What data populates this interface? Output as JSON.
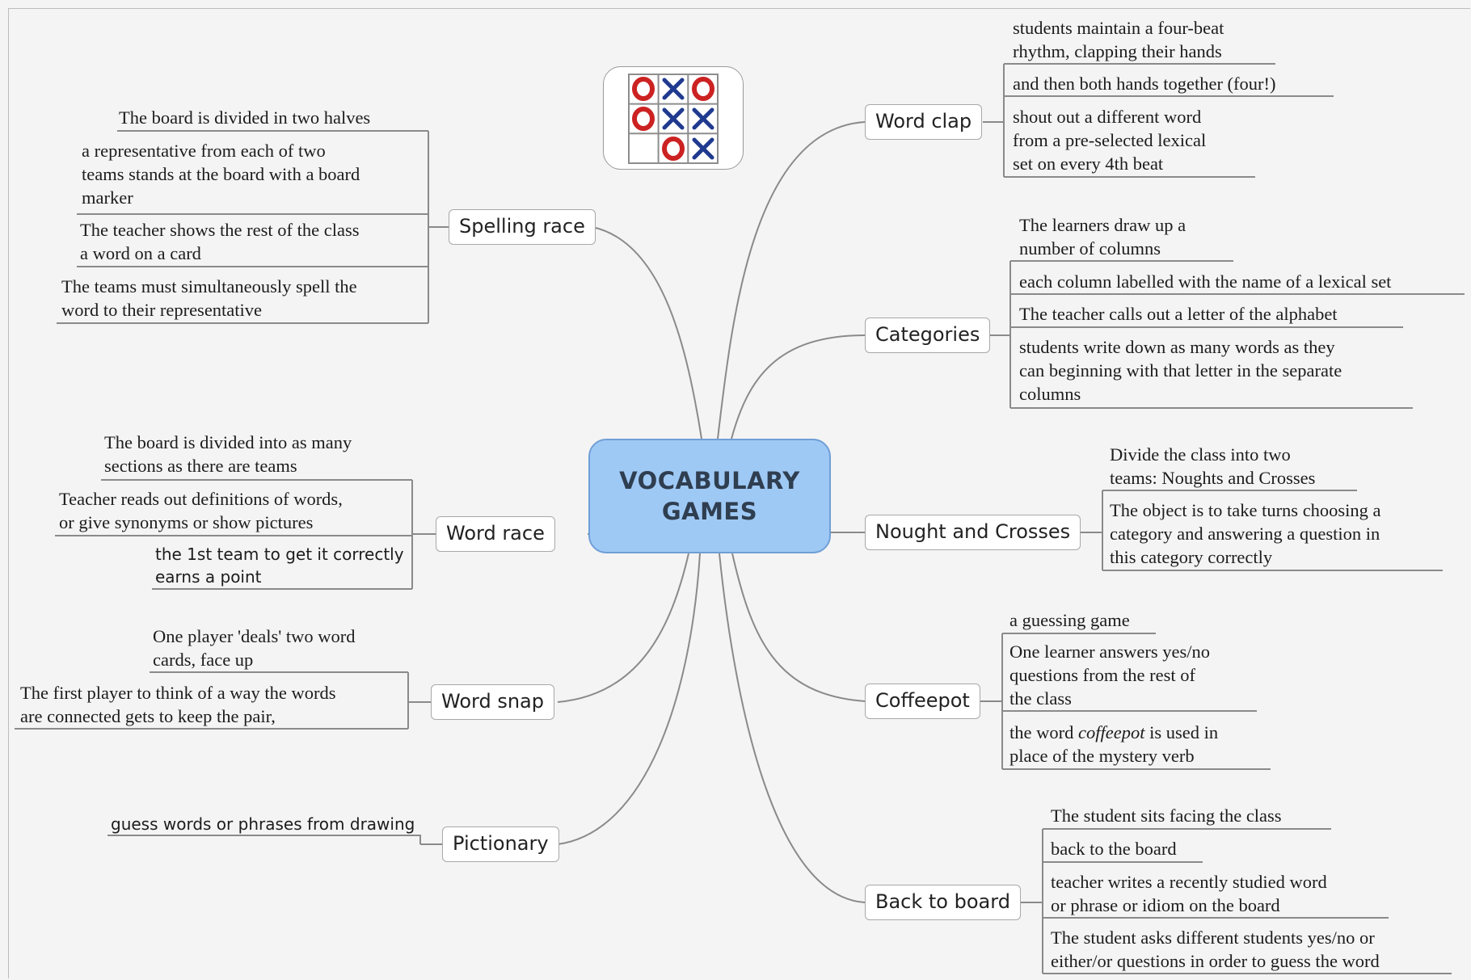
{
  "center": {
    "line1": "VOCABULARY",
    "line2": "GAMES"
  },
  "topics": {
    "spelling_race": "Spelling race",
    "word_race": "Word race",
    "word_snap": "Word snap",
    "pictionary": "Pictionary",
    "word_clap": "Word clap",
    "categories": "Categories",
    "noughts": "Nought and Crosses",
    "coffeepot": "Coffeepot",
    "back_to_board": "Back to board"
  },
  "leaves": {
    "spelling_race": {
      "l1": "The board is divided in two halves",
      "l2a": "a representative from each of two",
      "l2b": "teams stands at the board with a board",
      "l2c": "marker",
      "l3a": "The teacher shows the rest of the class",
      "l3b": "a word on a card",
      "l4a": "The teams must simultaneously spell the",
      "l4b": "word to their representative"
    },
    "word_race": {
      "l1a": "The board is divided into as many",
      "l1b": "sections as there are teams",
      "l2a": "Teacher reads out definitions of words,",
      "l2b": "or give synonyms or show pictures",
      "l3a": "the 1st team to get it correctly",
      "l3b": "earns a point"
    },
    "word_snap": {
      "l1a": "One player 'deals' two word",
      "l1b": "cards, face up",
      "l2a": "The first player to think of a way the words",
      "l2b": "are connected gets to keep the pair,"
    },
    "pictionary": {
      "l1": "guess words or phrases from drawing"
    },
    "word_clap": {
      "l1a": "students maintain a four-beat",
      "l1b": "rhythm, clapping their hands",
      "l2": "and then both hands together (four!)",
      "l3a": "shout out a different word",
      "l3b": "from a pre-selected lexical",
      "l3c": "set on every 4th beat"
    },
    "categories": {
      "l1a": "The learners  draw up a",
      "l1b": "number of columns",
      "l2": "each column labelled with the name of a lexical set",
      "l3": "The teacher calls out a letter of the alphabet",
      "l4a": "students write down as many words as they",
      "l4b": "can beginning with that letter in the separate",
      "l4c": "columns"
    },
    "noughts": {
      "l1a": "Divide the class into two",
      "l1b": "teams: Noughts and Crosses",
      "l2a": "The object is to take turns choosing a",
      "l2b": "category and answering a question in",
      "l2c": "this category correctly"
    },
    "coffeepot": {
      "l1": "a guessing game",
      "l2a": "One learner answers yes/no",
      "l2b": "questions from the rest of",
      "l2c": "the class",
      "l3a_pre": "the word ",
      "l3a_em": "coffeepot",
      "l3a_post": " is used in",
      "l3b": "place of the mystery verb"
    },
    "back_to_board": {
      "l1": "The student sits facing the class",
      "l2": "back to the board",
      "l3a": "teacher writes a recently studied word",
      "l3b": "or phrase or idiom on the board",
      "l4a": "The student asks different students yes/no or",
      "l4b": "either/or questions in order to guess the word"
    }
  },
  "image": {
    "name": "tic-tac-toe board",
    "o_color": "#cc2222",
    "x_color": "#1f3a8f"
  },
  "colors": {
    "center_fill": "#9fc9f5",
    "line": "#8a8a8a"
  }
}
